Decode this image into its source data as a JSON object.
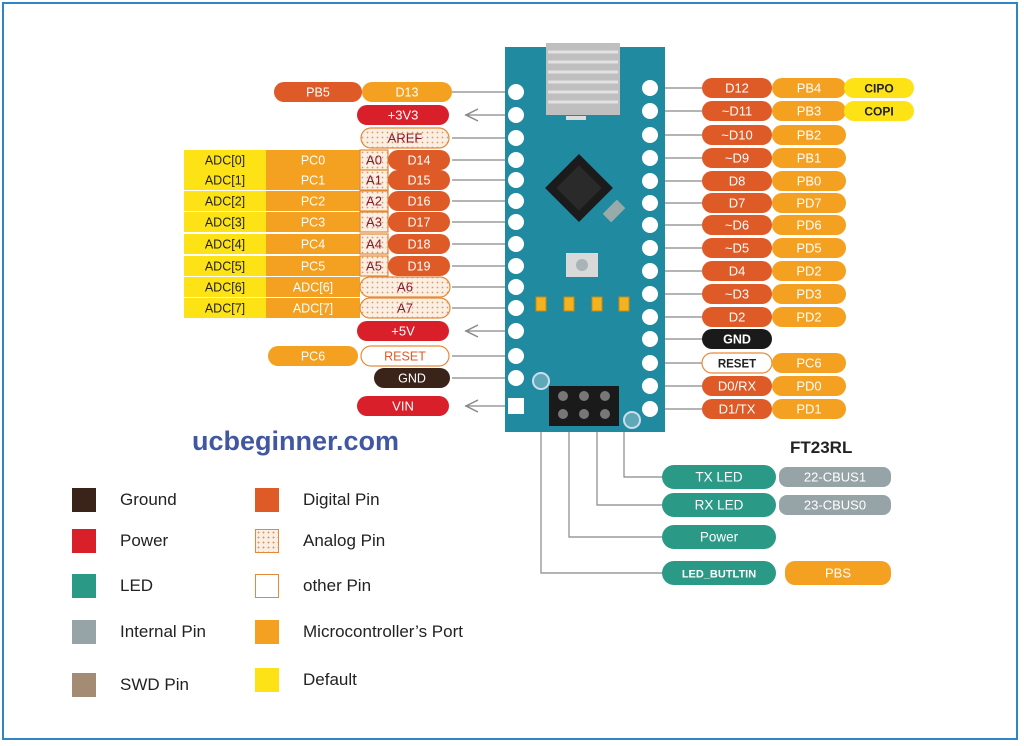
{
  "left_pins": [
    {
      "port": "PB5",
      "pin": "D13"
    },
    {
      "power": "+3V3"
    },
    {
      "special": "AREF"
    },
    {
      "def": "ADC[0]",
      "port": "PC0",
      "analog": "A0",
      "pin": "D14"
    },
    {
      "def": "ADC[1]",
      "port": "PC1",
      "analog": "A1",
      "pin": "D15"
    },
    {
      "def": "ADC[2]",
      "port": "PC2",
      "analog": "A2",
      "pin": "D16"
    },
    {
      "def": "ADC[3]",
      "port": "PC3",
      "analog": "A3",
      "pin": "D17"
    },
    {
      "def": "ADC[4]",
      "port": "PC4",
      "analog": "A4",
      "pin": "D18"
    },
    {
      "def": "ADC[5]",
      "port": "PC5",
      "analog": "A5",
      "pin": "D19"
    },
    {
      "def": "ADC[6]",
      "port": "ADC[6]",
      "analog": "A6"
    },
    {
      "def": "ADC[7]",
      "port": "ADC[7]",
      "analog": "A7"
    },
    {
      "power": "+5V"
    },
    {
      "port": "PC6",
      "reset": "RESET"
    },
    {
      "ground": "GND"
    },
    {
      "power": "VIN"
    }
  ],
  "right_pins": [
    {
      "pin": "D12",
      "port": "PB4",
      "alt": "CIPO"
    },
    {
      "pin": "~D11",
      "port": "PB3",
      "alt": "COPI"
    },
    {
      "pin": "~D10",
      "port": "PB2"
    },
    {
      "pin": "~D9",
      "port": "PB1"
    },
    {
      "pin": "D8",
      "port": "PB0"
    },
    {
      "pin": "D7",
      "port": "PD7"
    },
    {
      "pin": "~D6",
      "port": "PD6"
    },
    {
      "pin": "~D5",
      "port": "PD5"
    },
    {
      "pin": "D4",
      "port": "PD2"
    },
    {
      "pin": "~D3",
      "port": "PD3"
    },
    {
      "pin": "D2",
      "port": "PD2"
    },
    {
      "ground": "GND"
    },
    {
      "reset": "RESET",
      "port": "PC6"
    },
    {
      "pin": "D0/RX",
      "port": "PD0"
    },
    {
      "pin": "D1/TX",
      "port": "PD1"
    }
  ],
  "led_labels": [
    {
      "led": "TX LED",
      "internal": "22-CBUS1"
    },
    {
      "led": "RX LED",
      "internal": "23-CBUS0"
    },
    {
      "led": "Power"
    },
    {
      "led": "LED_BUTLTIN",
      "port": "PBS"
    }
  ],
  "site": "ucbeginner.com",
  "chip_name": "FT23RL",
  "legend": [
    {
      "label": "Ground",
      "color": "#3a2318"
    },
    {
      "label": "Power",
      "color": "#d81f2a"
    },
    {
      "label": "LED",
      "color": "#2a9a86"
    },
    {
      "label": "Internal Pin",
      "color": "#96a4a8"
    },
    {
      "label": "SWD Pin",
      "color": "#a48b74"
    },
    {
      "label": "Digital Pin",
      "color": "#de5a26"
    },
    {
      "label": "Analog Pin",
      "color": "#f8e8d8"
    },
    {
      "label": "other Pin",
      "color": "#ffffff"
    },
    {
      "label": "Microcontroller’s  Port",
      "color": "#f4a020"
    },
    {
      "label": "Default",
      "color": "#fde316"
    }
  ],
  "colors": {
    "board": "#1f8aa0",
    "digital": "#de5a26",
    "port": "#f4a020",
    "default": "#fde316",
    "power": "#d81f2a",
    "ground": "#3a2318",
    "led": "#2a9a86",
    "internal": "#96a4a8",
    "analog_fill": "#f8e8d8",
    "analog_stroke": "#e38a3a",
    "outline": "#eb8a3a"
  }
}
